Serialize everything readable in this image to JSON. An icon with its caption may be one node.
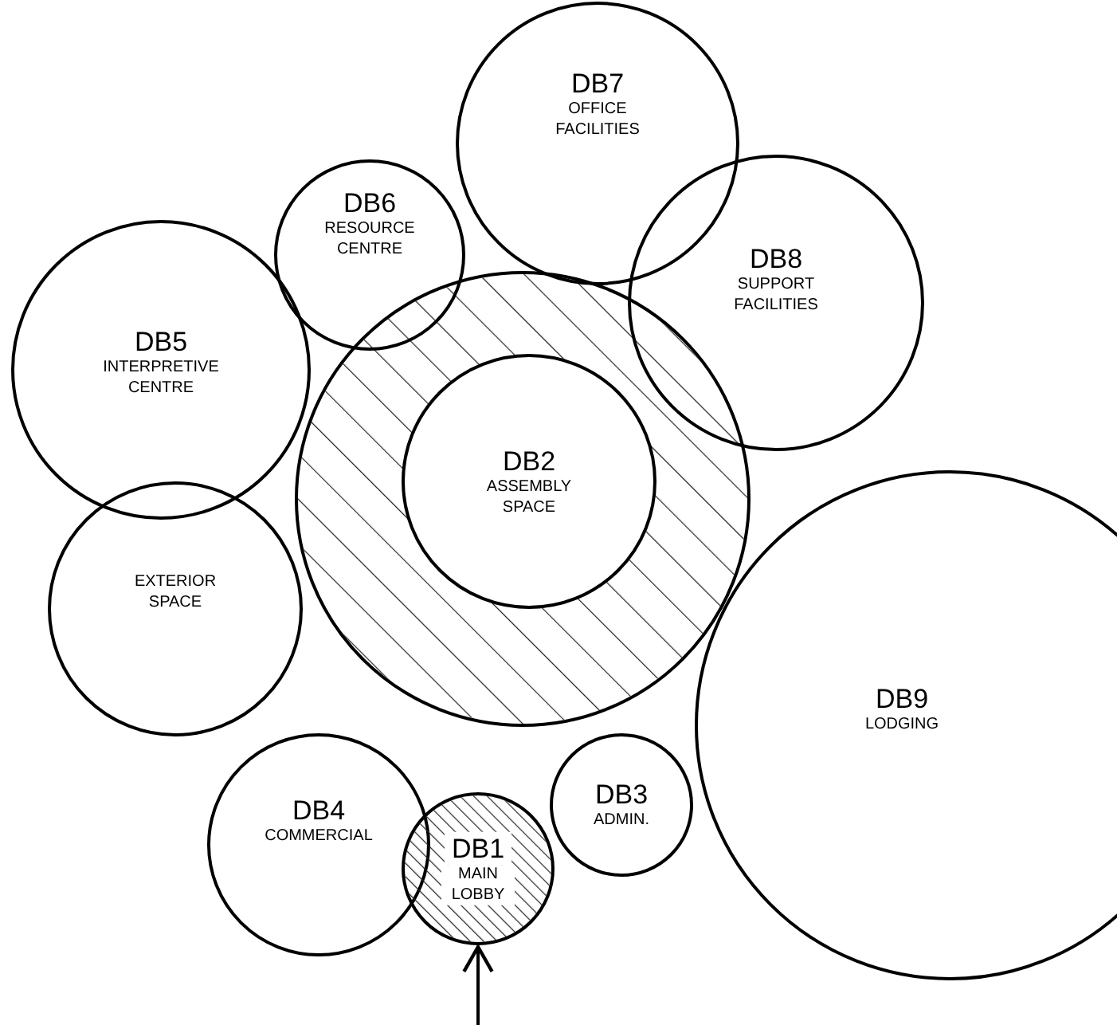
{
  "diagram": {
    "nodes": [
      {
        "text": [
          "DB7",
          "OFFICE FACILITIES"
        ]
      },
      {
        "text": [
          "DB6",
          "RESOURCE CENTRE"
        ]
      },
      {
        "text": [
          "DB8",
          "SUPPORT FACILITIES"
        ]
      },
      {
        "text": [
          "DB5",
          "INTERPRETIVE CENTRE"
        ]
      },
      {
        "text": [],
        "shape": "circle"
      },
      {
        "text": [
          "DB2",
          "ASSEMBLY SPACE"
        ],
        "in": 4
      },
      {
        "text": [
          "EXTERIOR SPACE"
        ]
      },
      {
        "text": [
          "DB9",
          "LODGING"
        ]
      },
      {
        "text": [
          "DB4",
          "COMMERCIAL"
        ]
      },
      {
        "text": [
          "DB3",
          "ADMIN."
        ]
      },
      {
        "text": [
          "DB1",
          "MAIN LOBBY"
        ]
      }
    ],
    "edges": [
      {
        "from": null,
        "to": 10,
        "arrow": "to"
      }
    ]
  }
}
